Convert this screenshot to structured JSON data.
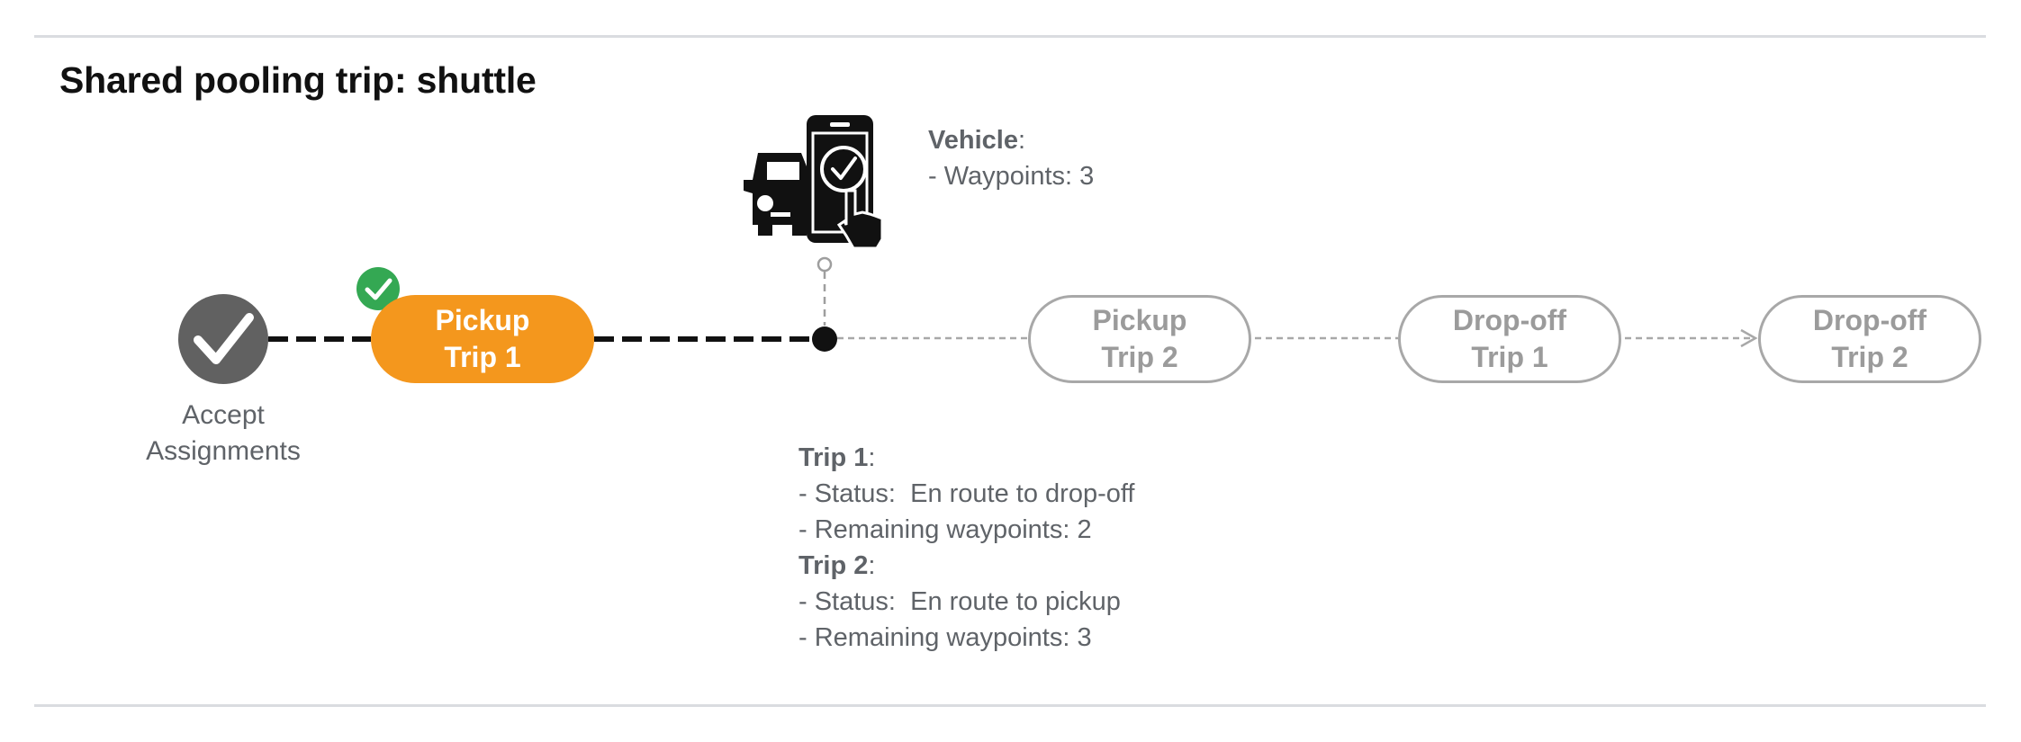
{
  "title": "Shared pooling trip: shuttle",
  "steps": {
    "accept": {
      "label_line1": "Accept",
      "label_line2": "Assignments"
    },
    "pickup_trip1": {
      "line1": "Pickup",
      "line2": "Trip 1",
      "state": "completed"
    },
    "pickup_trip2": {
      "line1": "Pickup",
      "line2": "Trip 2",
      "state": "upcoming"
    },
    "dropoff_trip1": {
      "line1": "Drop-off",
      "line2": "Trip 1",
      "state": "upcoming"
    },
    "dropoff_trip2": {
      "line1": "Drop-off",
      "line2": "Trip 2",
      "state": "upcoming"
    }
  },
  "vehicle": {
    "heading": "Vehicle",
    "waypoints_line": "- Waypoints: 3"
  },
  "trips": {
    "trip1": {
      "heading": "Trip 1",
      "status_line": "- Status:  En route to drop-off",
      "remaining_line": "- Remaining waypoints: 2"
    },
    "trip2": {
      "heading": "Trip 2",
      "status_line": "- Status:  En route to pickup",
      "remaining_line": "- Remaining waypoints: 3"
    }
  },
  "colors": {
    "accent_orange": "#f4971d",
    "check_green": "#34a853",
    "accept_gray": "#616161",
    "pending_gray": "#a8a8a8"
  },
  "icons": [
    "check-circle-icon",
    "green-check-badge-icon",
    "vehicle-phone-icon",
    "arrow-head-icon"
  ]
}
